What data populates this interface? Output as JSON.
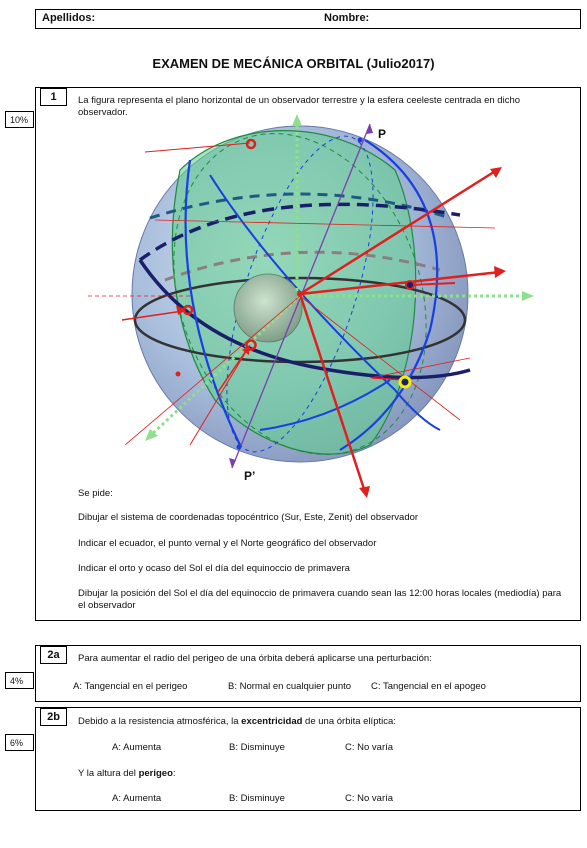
{
  "header": {
    "apellidos": "Apellidos:",
    "nombre": "Nombre:"
  },
  "title": "EXAMEN DE MECÁNICA ORBITAL (Julio2017)",
  "q1": {
    "number": "1",
    "percent": "10%",
    "intro": "La figura representa el plano horizontal de un observador terrestre y la esfera ceeleste centrada en dicho observador.",
    "label_p": "P",
    "label_p_prime": "P’",
    "se_pide": "Se pide:",
    "items": [
      "Dibujar el sistema de coordenadas topocéntrico (Sur, Este, Zenit) del observador",
      "Indicar el ecuador, el punto vernal y el Norte geográfico del observador",
      "Indicar el orto y ocaso del Sol el día del equinoccio de primavera",
      "Dibujar la posición del Sol el día del equinoccio de primavera cuando sean las 12:00 horas locales (mediodía) para el observador"
    ]
  },
  "q2a": {
    "number": "2a",
    "percent": "4%",
    "question": "Para aumentar el radio del perigeo de una órbita deberá aplicarse una perturbación:",
    "options": [
      "A: Tangencial en el perigeo",
      "B: Normal en cualquier punto",
      "C: Tangencial en el apogeo"
    ]
  },
  "q2b": {
    "number": "2b",
    "percent": "6%",
    "question_pre": "Debido a la resistencia atmosférica, la ",
    "question_bold": "excentricidad",
    "question_post": " de una órbita elíptica:",
    "options1": [
      "A: Aumenta",
      "B: Disminuye",
      "C: No varía"
    ],
    "question2_pre": "Y la altura del ",
    "question2_bold": "perigeo",
    "question2_post": ":",
    "options2": [
      "A: Aumenta",
      "B: Disminuye",
      "C: No varía"
    ]
  },
  "colors": {
    "sphere": "#9fb4d6",
    "green": "#6fd08f",
    "red": "#e0201e",
    "blue": "#1a3fe0",
    "navy": "#1a1f6a",
    "sun": "#f5f000"
  }
}
